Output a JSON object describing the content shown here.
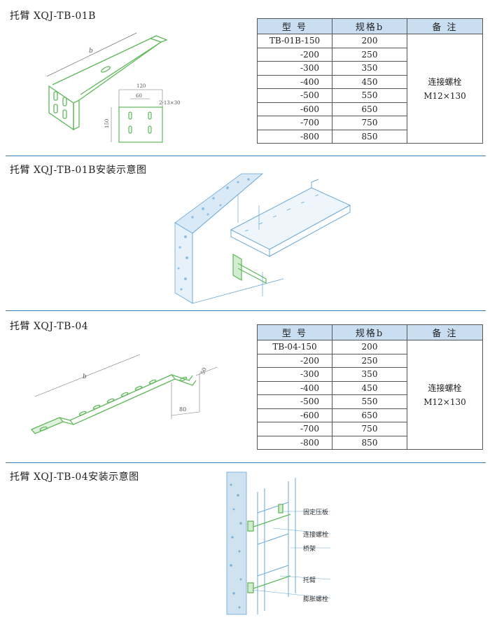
{
  "sections": [
    {
      "title": "托臂 XQJ-TB-01B"
    },
    {
      "title": "托臂 XQJ-TB-01B安装示意图"
    },
    {
      "title": "托臂 XQJ-TB-04"
    },
    {
      "title": "托臂 XQJ-TB-04安装示意图"
    }
  ],
  "table1": {
    "headers": [
      "型 号",
      "规格b",
      "备 注"
    ],
    "rows": [
      {
        "model": "TB-01B-150",
        "b": "200"
      },
      {
        "model": "-200",
        "b": "250"
      },
      {
        "model": "-300",
        "b": "350"
      },
      {
        "model": "-400",
        "b": "450"
      },
      {
        "model": "-500",
        "b": "550"
      },
      {
        "model": "-600",
        "b": "650"
      },
      {
        "model": "-700",
        "b": "750"
      },
      {
        "model": "-800",
        "b": "850"
      }
    ],
    "remark_line1": "连接螺栓",
    "remark_line2": "M12×130"
  },
  "table2": {
    "headers": [
      "型 号",
      "规格b",
      "备 注"
    ],
    "rows": [
      {
        "model": "TB-04-150",
        "b": "200"
      },
      {
        "model": "-200",
        "b": "250"
      },
      {
        "model": "-300",
        "b": "350"
      },
      {
        "model": "-400",
        "b": "450"
      },
      {
        "model": "-500",
        "b": "550"
      },
      {
        "model": "-600",
        "b": "650"
      },
      {
        "model": "-700",
        "b": "750"
      },
      {
        "model": "-800",
        "b": "850"
      }
    ],
    "remark_line1": "连接螺栓",
    "remark_line2": "M12×130"
  },
  "drawing1": {
    "dim_b": "b",
    "dim_120": "120",
    "dim_60": "60",
    "dim_150": "150",
    "dim_holes": "2-13×30"
  },
  "drawing3": {
    "dim_b": "b",
    "dim_50": "50",
    "dim_80": "80"
  },
  "drawing4_labels": [
    "固定压板",
    "连接螺栓",
    "桥架",
    "托臂",
    "膨胀螺栓"
  ],
  "colors": {
    "divider": "#3a7ab8",
    "header_bg": "#c9def1",
    "part_green": "#5fb85a",
    "sketch_blue": "#6aa8d8"
  }
}
